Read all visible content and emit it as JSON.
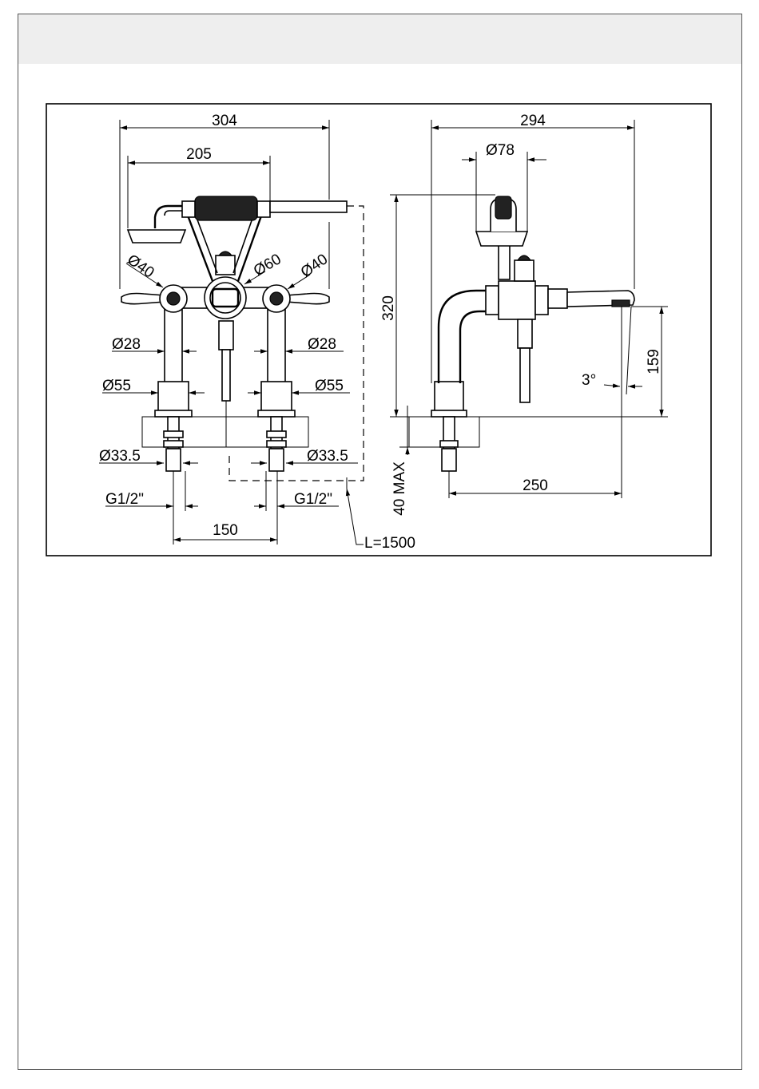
{
  "drawing": {
    "front_view": {
      "overall_width": "304",
      "handshower_spacing": "205",
      "handle_left_diameter": "Ø40",
      "handle_right_diameter": "Ø40",
      "center_diameter": "Ø60",
      "pillar_left_diameter": "Ø28",
      "pillar_right_diameter": "Ø28",
      "flange_left_diameter": "Ø55",
      "flange_right_diameter": "Ø55",
      "shank_left_diameter": "Ø33.5",
      "shank_right_diameter": "Ø33.5",
      "thread_left": "G1/2\"",
      "thread_right": "G1/2\"",
      "centers": "150",
      "hose_length": "L=1500",
      "height": "320"
    },
    "side_view": {
      "overall_depth": "294",
      "shower_head_diameter": "Ø78",
      "spout_height": "159",
      "spout_angle": "3°",
      "spout_reach": "250",
      "deck_thickness": "40 MAX"
    }
  }
}
